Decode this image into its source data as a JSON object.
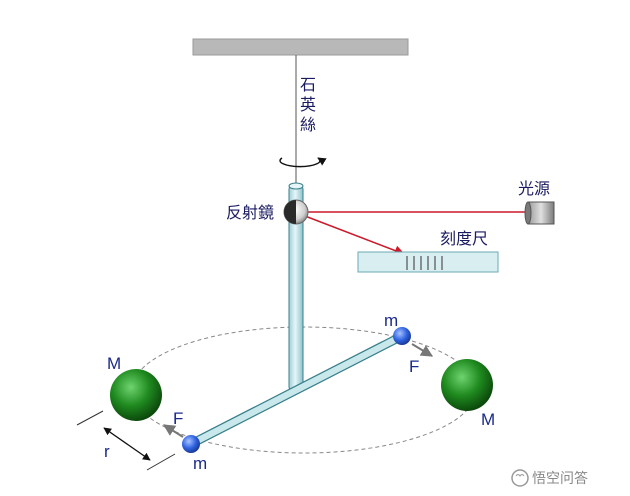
{
  "labels": {
    "fiber": "石英絲",
    "mirror": "反射鏡",
    "light_source": "光源",
    "scale": "刻度尺",
    "big_mass_left": "M",
    "big_mass_right": "M",
    "small_mass_top": "m",
    "small_mass_bottom": "m",
    "force_top": "F",
    "force_bottom": "F",
    "distance": "r"
  },
  "watermark": "悟空问答",
  "colors": {
    "ceiling": "#b8b8b8",
    "rod": "#b6dde2",
    "rod_outline": "#3a7f8c",
    "light_ray": "#cc1a2a",
    "big_mass": "#1f8a1f",
    "small_mass": "#2f63e0",
    "scale_fill": "#d8eef0",
    "label_text": "#1a1a60"
  }
}
